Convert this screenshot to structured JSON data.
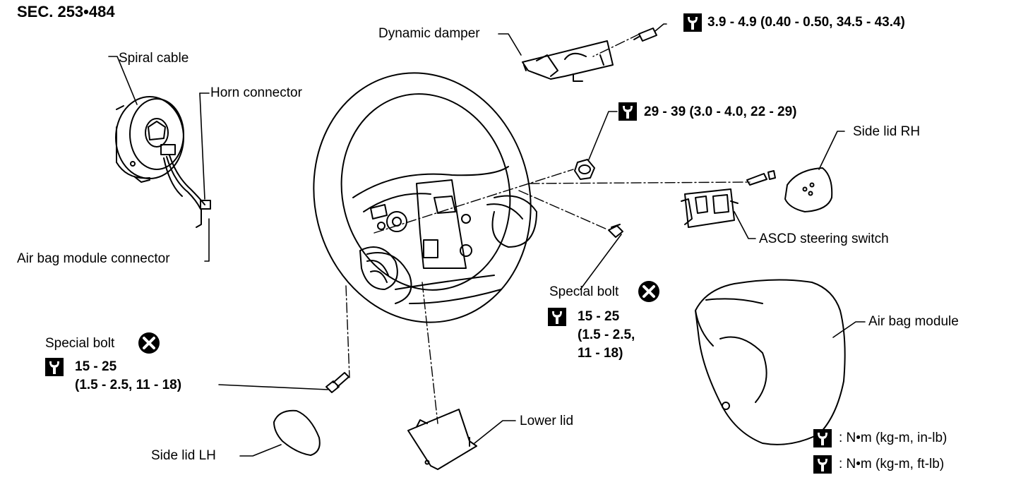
{
  "section_code": "SEC. 253•484",
  "labels": {
    "spiral_cable": "Spiral cable",
    "horn_connector": "Horn connector",
    "air_bag_module_connector": "Air bag module connector",
    "dynamic_damper": "Dynamic damper",
    "side_lid_rh": "Side lid RH",
    "ascd_steering_switch": "ASCD steering switch",
    "air_bag_module": "Air bag module",
    "lower_lid": "Lower lid",
    "side_lid_lh": "Side lid LH",
    "special_bolt_right": "Special bolt",
    "special_bolt_left": "Special bolt"
  },
  "torques": {
    "damper_bolt": "3.9 - 4.9 (0.40 - 0.50, 34.5 - 43.4)",
    "nut": "29 - 39 (3.0 - 4.0, 22 - 29)",
    "special_bolt_right": [
      "15 - 25",
      "(1.5 - 2.5,",
      "11 - 18)"
    ],
    "special_bolt_left": [
      "15 - 25",
      "(1.5 - 2.5, 11 - 18)"
    ]
  },
  "legend": [
    {
      "icon": "torque-wrench-icon",
      "text": ":  N•m (kg-m, in-lb)"
    },
    {
      "icon": "torque-wrench-icon",
      "text": ":  N•m (kg-m, ft-lb)"
    }
  ],
  "icons": {
    "torque": "torque-wrench-icon",
    "do_not_reuse": "do-not-reuse-icon"
  }
}
